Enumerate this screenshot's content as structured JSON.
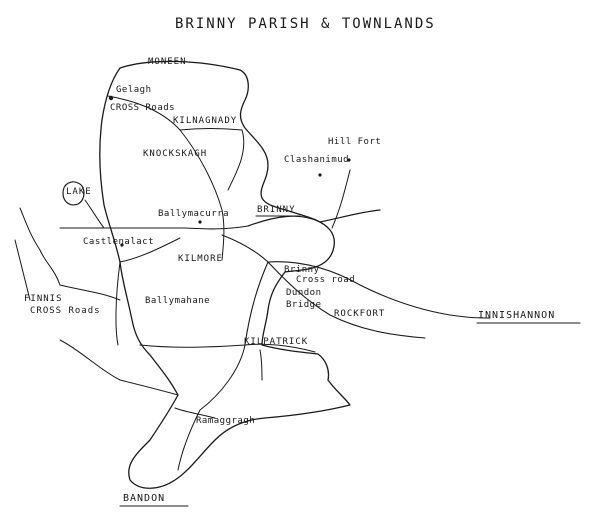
{
  "title": "BRINNY PARISH & TOWNLANDS",
  "places": {
    "moneen": "MONEEN",
    "gelagh": "Gelagh",
    "cross_roads_1": "CROSS Roads",
    "kilnagnady": "KILNAGNADY",
    "knocksknagh": "KNOCKSKAGH",
    "hill_fort": "Hill Fort",
    "clashanimud": "Clashanimud",
    "lake": "LAKE",
    "ballymacurra": "Ballymacurra",
    "brinny": "BRINNY",
    "castlenalact": "Castlenalact",
    "kilmore": "KILMORE",
    "brinny_cross_road_1": "Brinny",
    "brinny_cross_road_2": "Cross road",
    "finnis": "FINNIS",
    "cross_roads_2": "CROSS Roads",
    "ballymahane": "Ballymahane",
    "dundon_bridge_1": "Dundon",
    "dundon_bridge_2": "Bridge",
    "rockfort": "ROCKFORT",
    "innishannon": "INNISHANNON",
    "kilpatrick": "KILPATRICK",
    "ramaggragh": "Ramaggragh",
    "bandon": "BANDON"
  }
}
